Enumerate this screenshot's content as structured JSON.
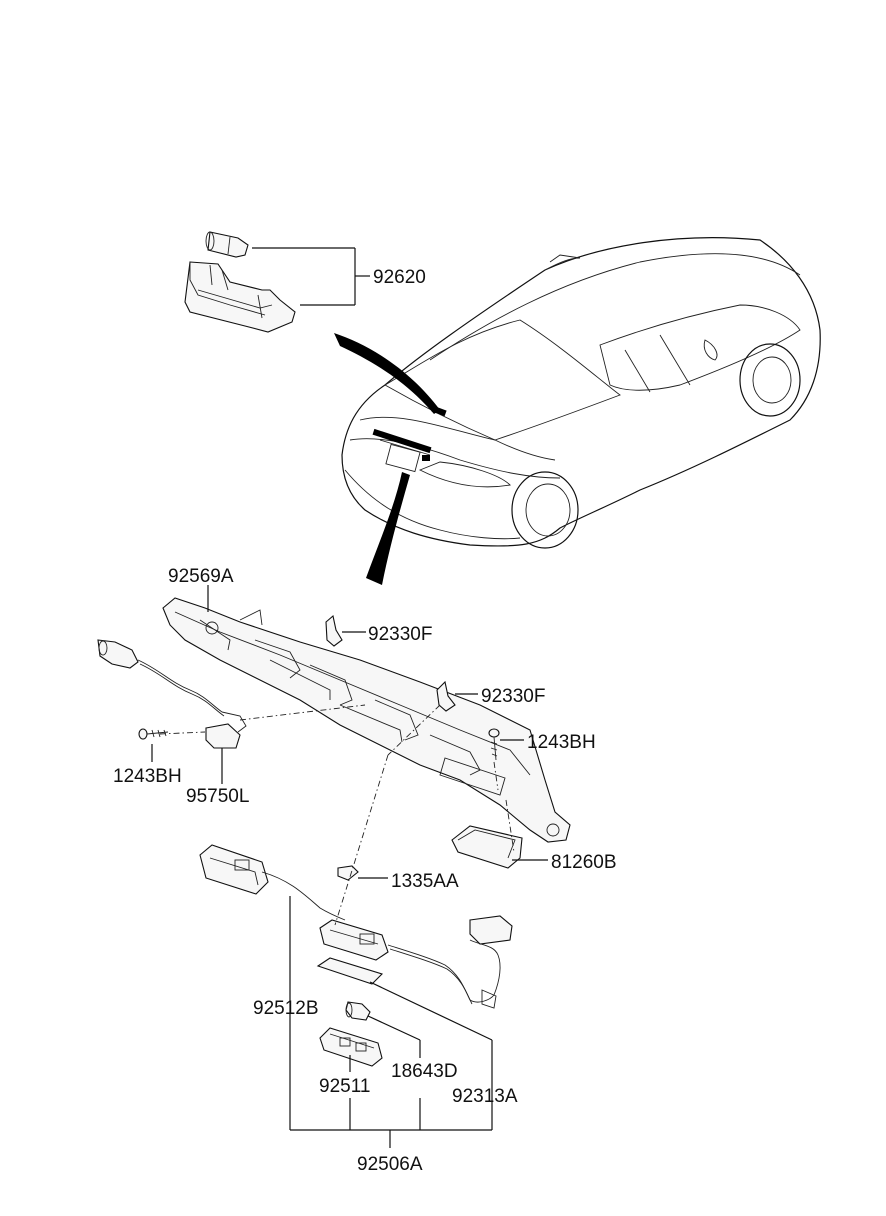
{
  "labels": {
    "p92620": "92620",
    "p92569A": "92569A",
    "p92330F_1": "92330F",
    "p92330F_2": "92330F",
    "p1243BH_right": "1243BH",
    "p1243BH_left": "1243BH",
    "p95750L": "95750L",
    "p1335AA": "1335AA",
    "p81260B": "81260B",
    "p92512B": "92512B",
    "p18643D": "18643D",
    "p92511": "92511",
    "p92313A": "92313A",
    "p92506A": "92506A"
  }
}
